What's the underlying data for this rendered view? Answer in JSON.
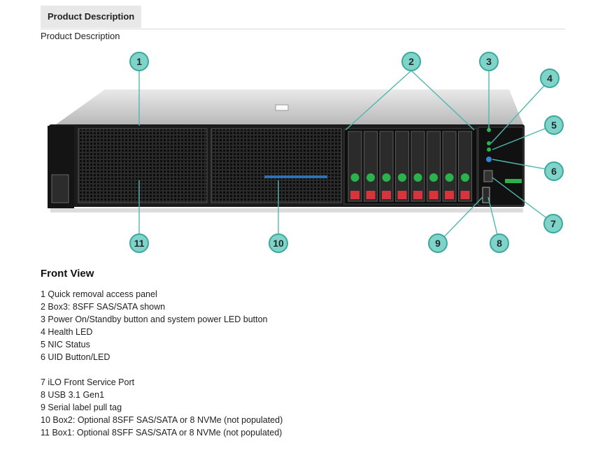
{
  "tab": {
    "label": "Product Description"
  },
  "subtitle": "Product Description",
  "section_title": "Front View",
  "callouts": [
    "1",
    "2",
    "3",
    "4",
    "5",
    "6",
    "7",
    "8",
    "9",
    "10",
    "11"
  ],
  "colors": {
    "callout_fill": "#7fd3c9",
    "callout_ring": "#3aa99c",
    "leader": "#4fb8ad",
    "drive_green": "#2bb24c",
    "drive_red": "#d6363b"
  },
  "features": [
    "1 Quick removal access panel",
    "2 Box3: 8SFF SAS/SATA shown",
    "3 Power On/Standby button and system power LED button",
    "4 Health LED",
    "5 NIC Status",
    "6 UID Button/LED",
    "7 iLO Front Service Port",
    "8 USB 3.1 Gen1",
    "9 Serial label pull tag",
    "10 Box2: Optional 8SFF SAS/SATA or 8 NVMe (not populated)",
    "11 Box1: Optional 8SFF SAS/SATA or 8 NVMe (not populated)"
  ]
}
